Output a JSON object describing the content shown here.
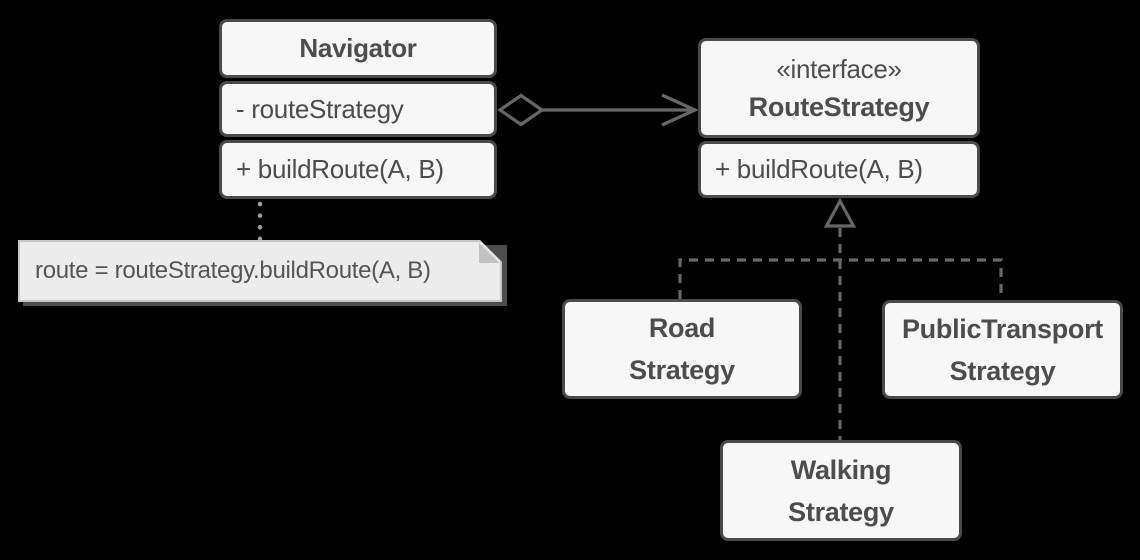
{
  "classes": {
    "navigator": {
      "name": "Navigator",
      "attribute": "- routeStrategy",
      "method": "+ buildRoute(A, B)"
    },
    "route_strategy": {
      "stereotype": "«interface»",
      "name": "RouteStrategy",
      "method": "+ buildRoute(A, B)"
    },
    "road": {
      "label": "Road\nStrategy"
    },
    "public_transport": {
      "label": "PublicTransport\nStrategy"
    },
    "walking": {
      "label": "Walking\nStrategy"
    }
  },
  "note": {
    "text": "route = routeStrategy.buildRoute(A, B)"
  },
  "connectors": {
    "aggregation": "navigator-to-routestrategy",
    "realization": "strategies-to-routestrategy",
    "note_link": "navigator-to-note"
  },
  "colors": {
    "background": "#000000",
    "box_fill": "#f7f7f7",
    "box_border": "#4a4a4a",
    "box_text": "#4d4d4d",
    "connector": "#666666",
    "note_fill": "#ececec",
    "note_border": "#c6c6c6",
    "note_text": "#555555",
    "dotted_connector": "#9e9e9e"
  }
}
